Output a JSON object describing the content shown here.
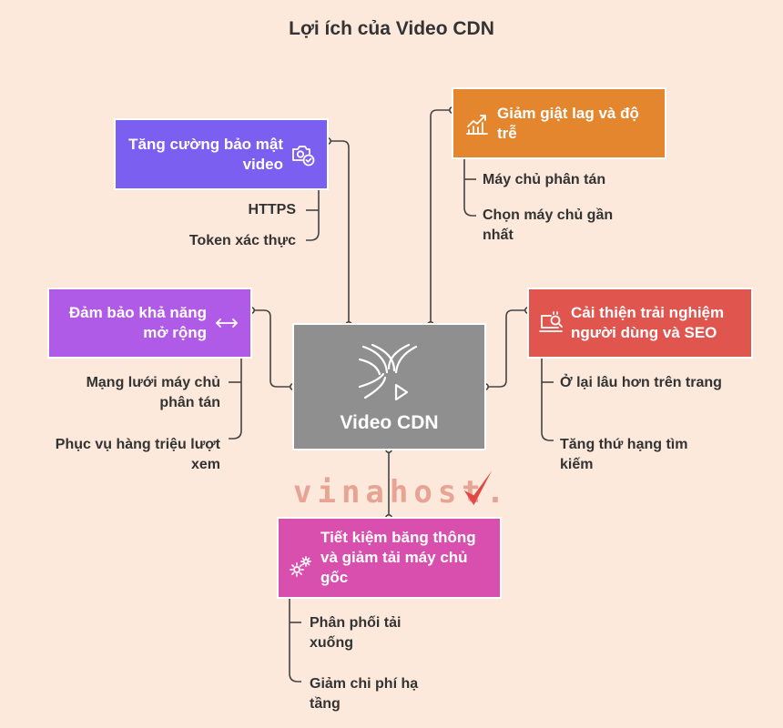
{
  "title": "Lợi ích của Video CDN",
  "center": {
    "label": "Video CDN",
    "icon": "stream-icon"
  },
  "branches": {
    "security": {
      "label": "Tăng cường bảo mật video",
      "color": "#7a5ff0",
      "icon": "camera-check-icon",
      "items": [
        "HTTPS",
        "Token xác thực"
      ]
    },
    "latency": {
      "label": "Giảm giật lag và độ trễ",
      "color": "#e3862e",
      "icon": "growth-chart-icon",
      "items": [
        "Máy chủ phân tán",
        "Chọn máy chủ gần nhất"
      ]
    },
    "scalability": {
      "label": "Đảm bảo khả năng mở rộng",
      "color": "#b05ae8",
      "icon": "expand-arrows-icon",
      "items": [
        "Mạng lưới máy chủ phân tán",
        "Phục vụ hàng triệu lượt xem"
      ]
    },
    "ux": {
      "label": "Cải thiện trải nghiệm người dùng và SEO",
      "color": "#e0554d",
      "icon": "seo-search-icon",
      "items": [
        "Ở lại lâu hơn trên trang",
        "Tăng thứ hạng tìm kiếm"
      ]
    },
    "bandwidth": {
      "label": "Tiết kiệm băng thông và giảm tải máy chủ gốc",
      "color": "#d94fae",
      "icon": "gears-icon",
      "items": [
        "Phân phối tải xuống",
        "Giảm chi phí hạ tầng"
      ]
    }
  },
  "watermark": "vinahost."
}
